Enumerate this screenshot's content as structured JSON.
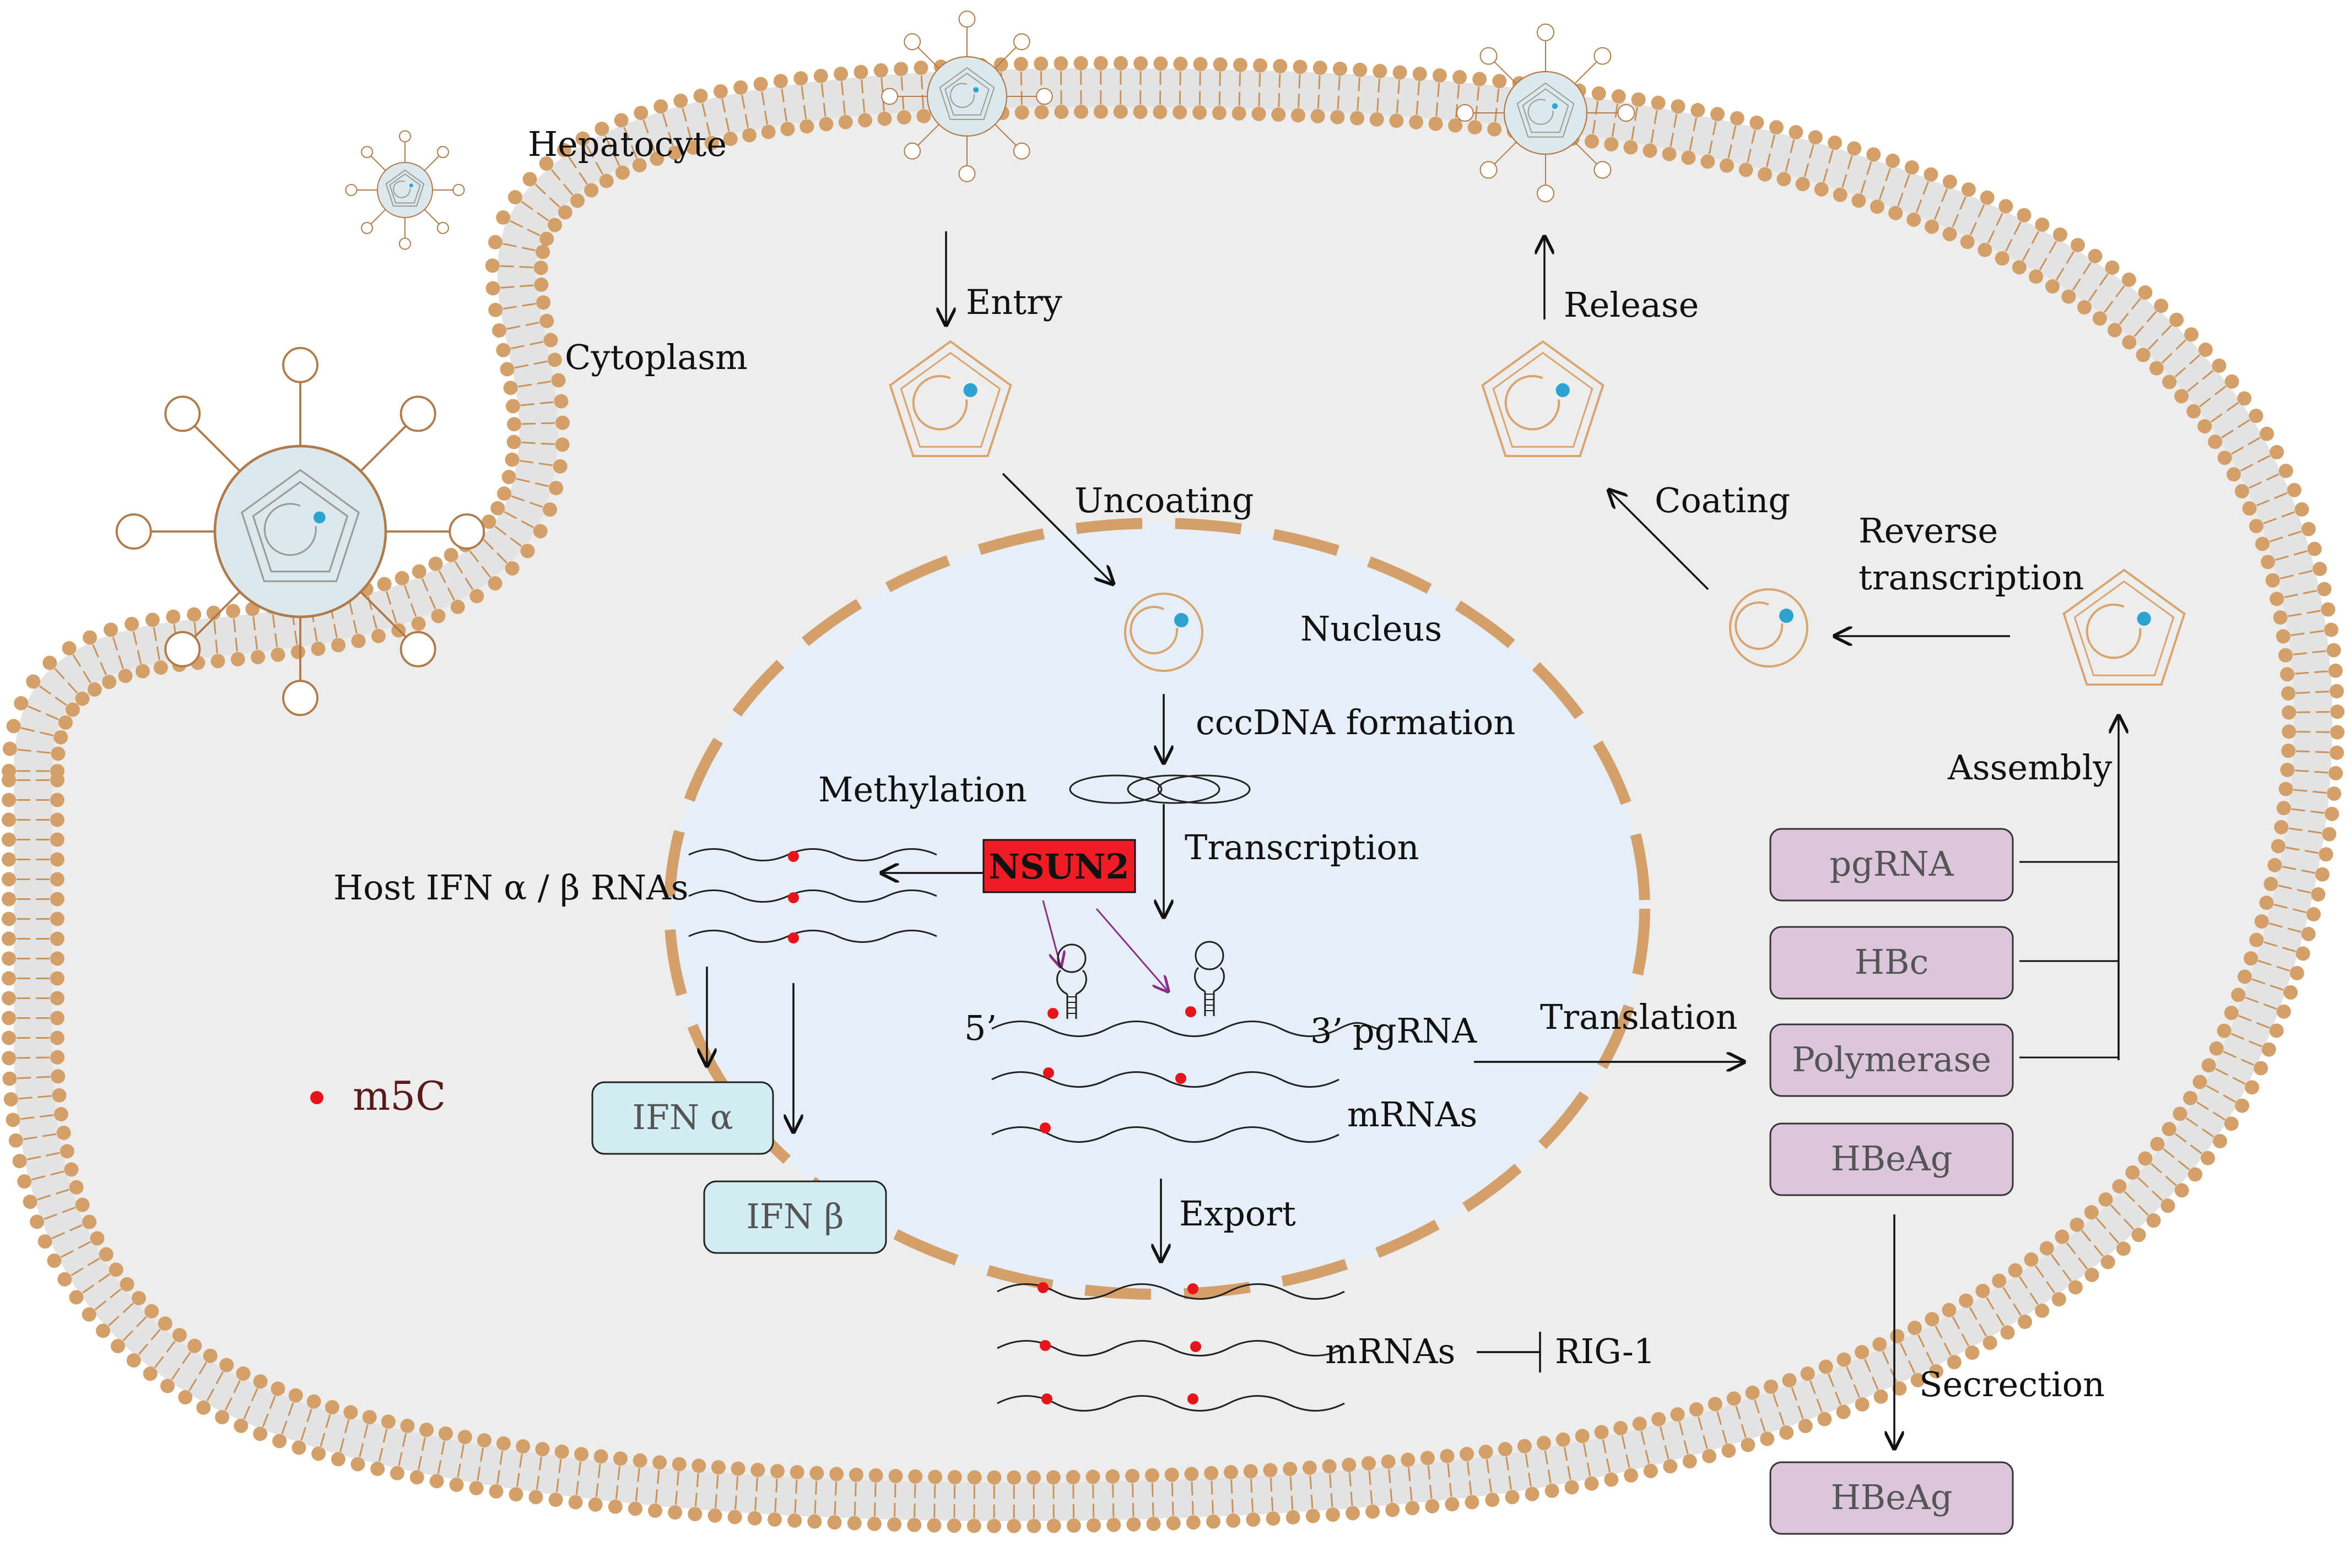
{
  "labels": {
    "hepatocyte": "Hepatocyte",
    "cytoplasm": "Cytoplasm",
    "entry": "Entry",
    "release": "Release",
    "uncoating": "Uncoating",
    "coating": "Coating",
    "reverse_transcription_line1": "Reverse",
    "reverse_transcription_line2": "transcription",
    "nucleus": "Nucleus",
    "cccdna_formation": "cccDNA formation",
    "methylation": "Methylation",
    "transcription": "Transcription",
    "host_rnas": "Host IFN α / β RNAs",
    "nsun2": "NSUN2",
    "five_prime": "5’",
    "three_prime": "3’",
    "pgrna": "pgRNA",
    "mrnas_nucleus": "mRNAs",
    "translation": "Translation",
    "assembly": "Assembly",
    "export": "Export",
    "mrnas_cytoplasm": "mRNAs",
    "rig1": "RIG-1",
    "secrection": "Secrection",
    "legend_m5c": "m5C"
  },
  "boxes": {
    "ifn_alpha": "IFN α",
    "ifn_beta": "IFN β",
    "pgrna": "pgRNA",
    "hbc": "HBc",
    "polymerase": "Polymerase",
    "hbeag": "HBeAg",
    "hbeag_secreted": "HBeAg"
  },
  "colors": {
    "membrane_head": "#d4a06a",
    "membrane_tail": "#c9935c",
    "cytoplasm_fill": "#ededed",
    "nucleus_fill": "#e6eef8",
    "nucleus_border": "#d3a06c",
    "virus_outline": "#b07a4a",
    "virus_fill": "#dde8ec",
    "capsid_outline": "#d9a46e",
    "genome_dot": "#2fa3cf",
    "m5c_dot": "#e8141c",
    "nsun2_fill": "#ee1c25",
    "ifn_box_fill": "#d2eef4",
    "protein_box_fill": "#dcc6dc",
    "methylation_arrow": "#8a2e8a"
  }
}
